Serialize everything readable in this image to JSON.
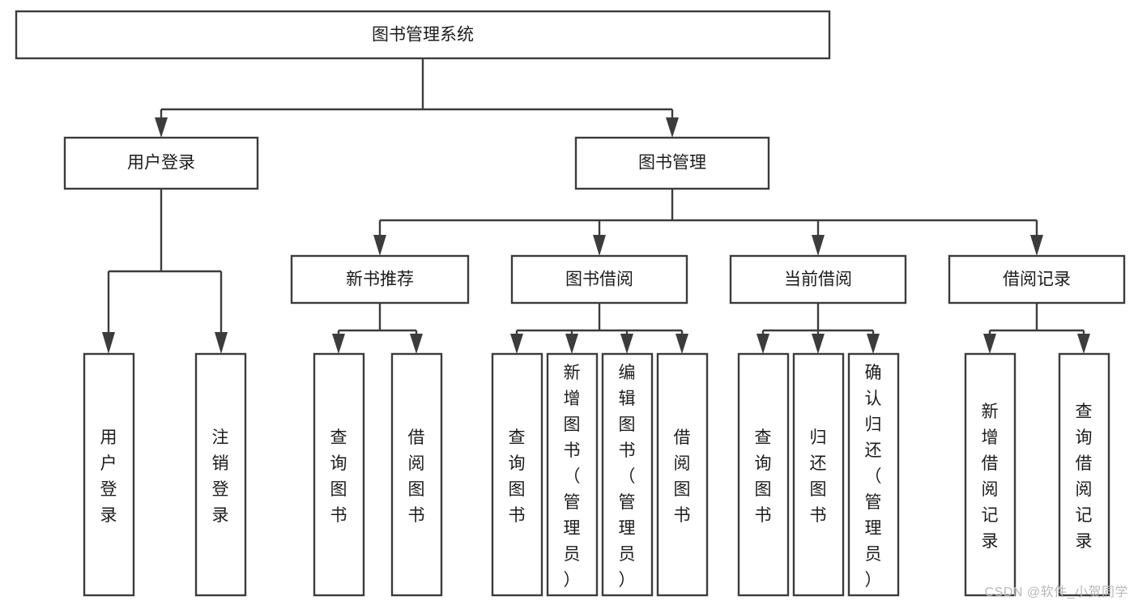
{
  "diagram": {
    "type": "tree",
    "title": "图书管理系统",
    "watermark": "CSDN @软件_小贺同学",
    "colors": {
      "stroke": "#3c3c3c",
      "node_fill": "#ffffff",
      "text": "#1c1c1c",
      "background": "#ffffff",
      "watermark": "#b9b9b9"
    },
    "root": {
      "id": "root",
      "label": "图书管理系统",
      "orientation": "horizontal"
    },
    "level2": [
      {
        "id": "user-login",
        "label": "用户登录",
        "orientation": "horizontal"
      },
      {
        "id": "book-manage",
        "label": "图书管理",
        "orientation": "horizontal"
      }
    ],
    "level3": [
      {
        "id": "new-book-rec",
        "label": "新书推荐",
        "orientation": "horizontal",
        "parent": "book-manage"
      },
      {
        "id": "book-borrow",
        "label": "图书借阅",
        "orientation": "horizontal",
        "parent": "book-manage"
      },
      {
        "id": "current-borrow",
        "label": "当前借阅",
        "orientation": "horizontal",
        "parent": "book-manage"
      },
      {
        "id": "borrow-record",
        "label": "借阅记录",
        "orientation": "horizontal",
        "parent": "book-manage"
      }
    ],
    "leaves": [
      {
        "id": "leaf-user-login",
        "label": "用户登录",
        "orientation": "vertical",
        "parent": "user-login"
      },
      {
        "id": "leaf-user-logout",
        "label": "注销登录",
        "orientation": "vertical",
        "parent": "user-login"
      },
      {
        "id": "leaf-query-book-1",
        "label": "查询图书",
        "orientation": "vertical",
        "parent": "new-book-rec"
      },
      {
        "id": "leaf-borrow-book-1",
        "label": "借阅图书",
        "orientation": "vertical",
        "parent": "new-book-rec"
      },
      {
        "id": "leaf-query-book-2",
        "label": "查询图书",
        "orientation": "vertical",
        "parent": "book-borrow"
      },
      {
        "id": "leaf-add-book",
        "label": "新增图书（管理员）",
        "orientation": "vertical",
        "parent": "book-borrow"
      },
      {
        "id": "leaf-edit-book",
        "label": "编辑图书（管理员）",
        "orientation": "vertical",
        "parent": "book-borrow"
      },
      {
        "id": "leaf-borrow-book-2",
        "label": "借阅图书",
        "orientation": "vertical",
        "parent": "book-borrow"
      },
      {
        "id": "leaf-query-book-3",
        "label": "查询图书",
        "orientation": "vertical",
        "parent": "current-borrow"
      },
      {
        "id": "leaf-return-book",
        "label": "归还图书",
        "orientation": "vertical",
        "parent": "current-borrow"
      },
      {
        "id": "leaf-confirm-return",
        "label": "确认归还（管理员）",
        "orientation": "vertical",
        "parent": "current-borrow"
      },
      {
        "id": "leaf-add-record",
        "label": "新增借阅记录",
        "orientation": "vertical",
        "parent": "borrow-record"
      },
      {
        "id": "leaf-query-record",
        "label": "查询借阅记录",
        "orientation": "vertical",
        "parent": "borrow-record"
      }
    ]
  }
}
